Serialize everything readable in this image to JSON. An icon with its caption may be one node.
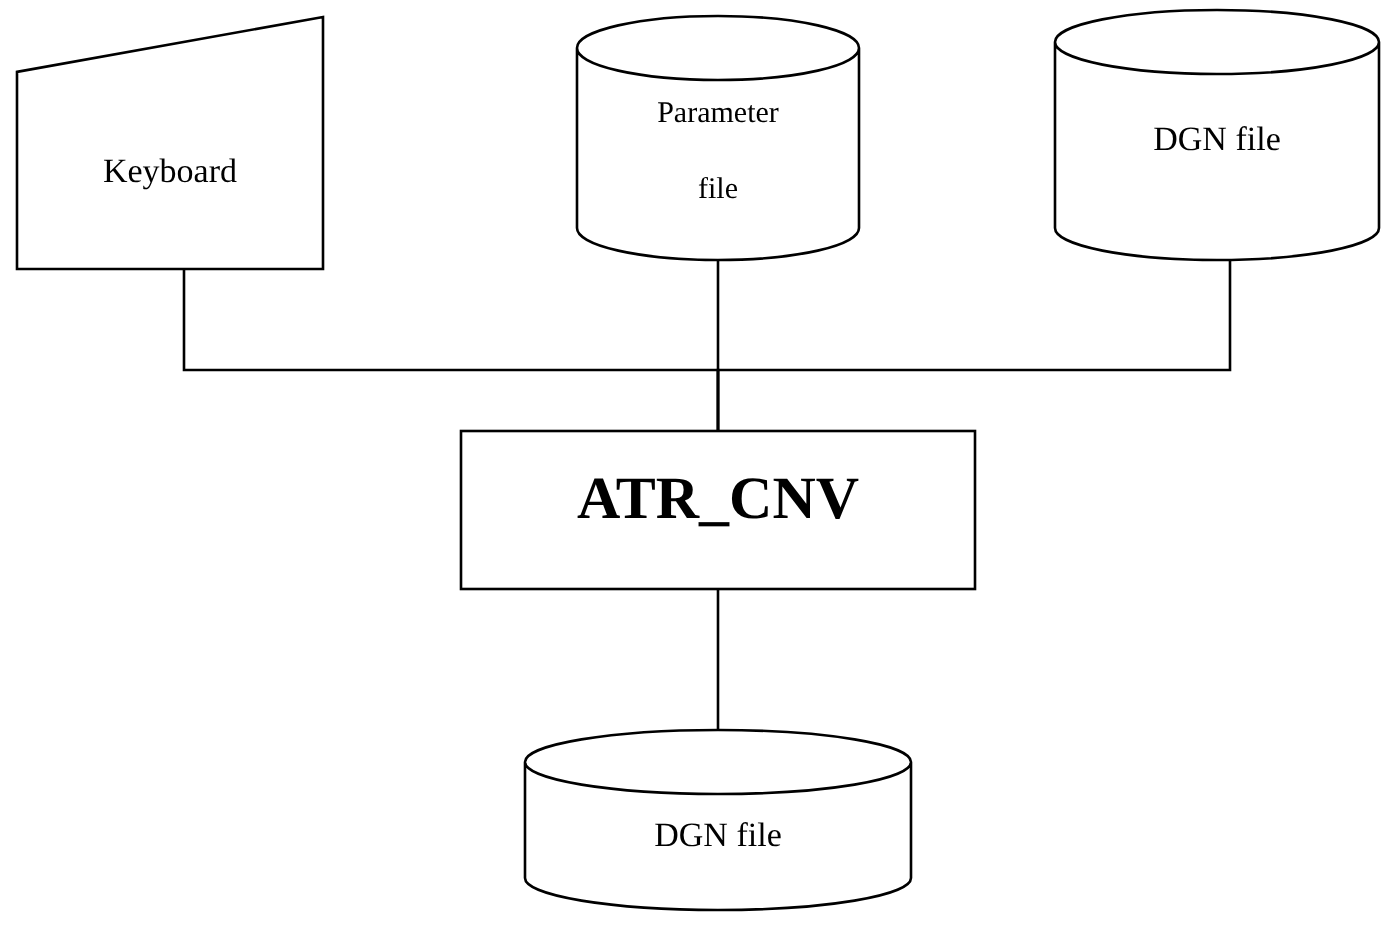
{
  "diagram": {
    "nodes": [
      {
        "text": [
          "Keyboard"
        ]
      },
      {
        "text": [
          "Parameter file"
        ]
      },
      {
        "text": [
          "DGN file"
        ]
      },
      {
        "text": [
          "ATR_CNV"
        ]
      },
      {
        "text": [
          "DGN file"
        ]
      }
    ],
    "edges": [
      {
        "from": 0,
        "to": 3,
        "arrow": "none"
      },
      {
        "from": 1,
        "to": 3,
        "arrow": "none"
      },
      {
        "from": 2,
        "to": 3,
        "arrow": "none"
      },
      {
        "from": 3,
        "to": 4,
        "arrow": "none"
      }
    ]
  }
}
